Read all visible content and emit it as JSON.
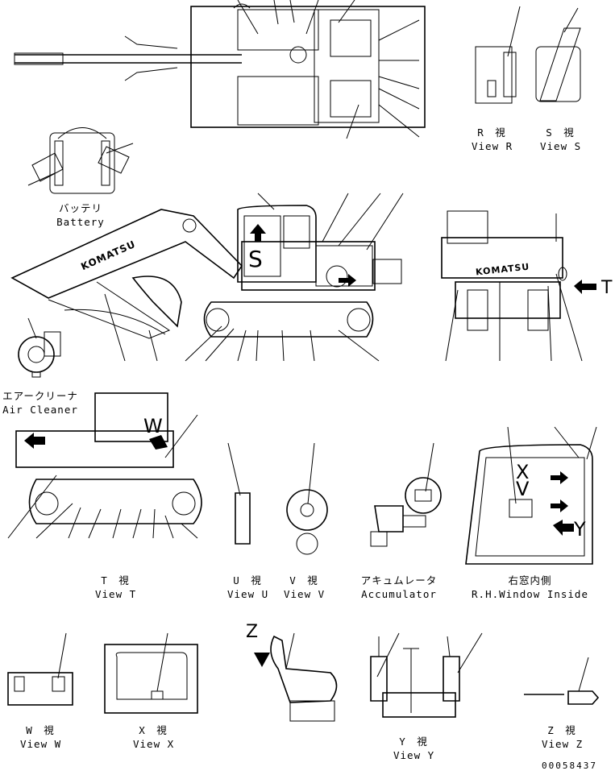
{
  "labels": {
    "view_r": {
      "jp": "R　視",
      "en": "View R"
    },
    "view_s": {
      "jp": "S　視",
      "en": "View S"
    },
    "battery": {
      "jp": "バッテリ",
      "en": "Battery"
    },
    "air_cleaner": {
      "jp": "エアークリーナ",
      "en": "Air Cleaner"
    },
    "view_t": {
      "jp": "T　視",
      "en": "View T"
    },
    "view_u": {
      "jp": "U　視",
      "en": "View U"
    },
    "view_v": {
      "jp": "V　視",
      "en": "View V"
    },
    "accumulator": {
      "jp": "アキュムレータ",
      "en": "Accumulator"
    },
    "rh_window": {
      "jp": "右窓内側",
      "en": "R.H.Window Inside"
    },
    "view_w": {
      "jp": "W　視",
      "en": "View W"
    },
    "view_x": {
      "jp": "X　視",
      "en": "View X"
    },
    "view_y": {
      "jp": "Y　視",
      "en": "View Y"
    },
    "view_z": {
      "jp": "Z　視",
      "en": "View Z"
    }
  },
  "markers": {
    "t": "T",
    "s": "S",
    "w": "W",
    "x": "X",
    "v": "V",
    "y": "Y",
    "z": "Z"
  },
  "brand": "KOMATSU",
  "drawing_number": "00058437"
}
